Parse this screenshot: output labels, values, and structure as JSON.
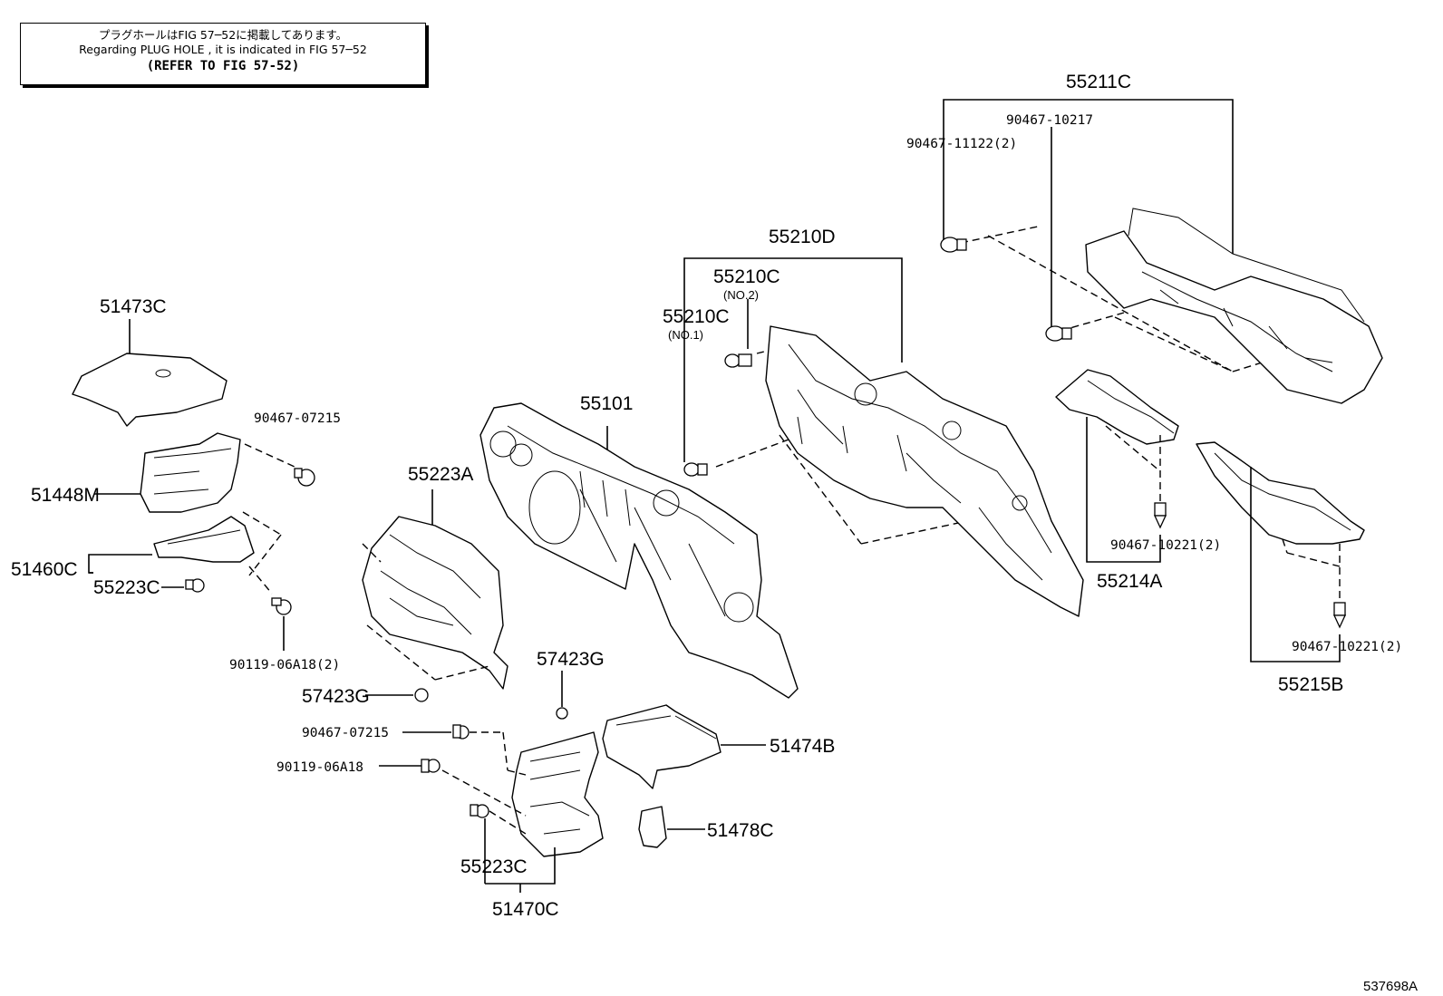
{
  "note": {
    "line1": "プラグホールはFIG 57─52に掲載してあります。",
    "line2": "Regarding PLUG HOLE , it is indicated in FIG 57─52",
    "line3": "(REFER TO FIG 57-52)"
  },
  "labels": {
    "p55211C": "55211C",
    "p90467_10217": "90467-10217",
    "p90467_11122": "90467-11122(2)",
    "p55210D": "55210D",
    "p55210C_no2": "55210C",
    "no2": "(NO.2)",
    "p55210C_no1": "55210C",
    "no1": "(NO.1)",
    "p51473C": "51473C",
    "p90467_07215_a": "90467-07215",
    "p51448M": "51448M",
    "p55223A": "55223A",
    "p55101": "55101",
    "p51460C": "51460C",
    "p55223C_a": "55223C",
    "p90119_06A18_2": "90119-06A18(2)",
    "p57423G_a": "57423G",
    "p57423G_b": "57423G",
    "p90467_07215_b": "90467-07215",
    "p90119_06A18": "90119-06A18",
    "p51474B": "51474B",
    "p51478C": "51478C",
    "p55223C_b": "55223C",
    "p51470C": "51470C",
    "p90467_10221_a": "90467-10221(2)",
    "p55214A": "55214A",
    "p90467_10221_b": "90467-10221(2)",
    "p55215B": "55215B"
  },
  "illustration_id": "537698A"
}
